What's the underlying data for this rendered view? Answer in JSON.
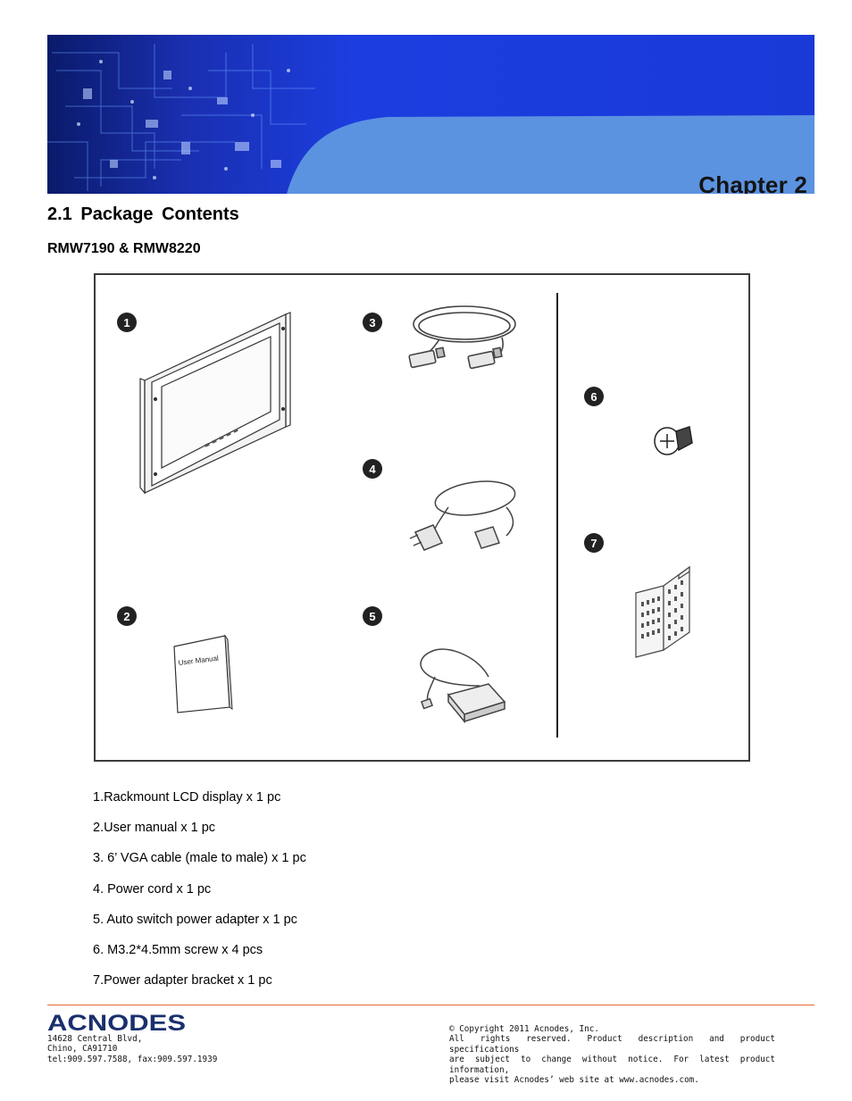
{
  "header": {
    "chapter_label": "Chapter 2"
  },
  "section": {
    "title": "2.1 Package Contents",
    "models": "RMW7190 & RMW8220"
  },
  "figure": {
    "badges": [
      "1",
      "2",
      "3",
      "4",
      "5",
      "6",
      "7"
    ],
    "manual_label": "User Manual"
  },
  "contents": [
    "1.Rackmount LCD display x 1 pc",
    "2.User manual x 1 pc",
    "3. 6’ VGA cable (male to male) x 1 pc",
    "4. Power cord x 1 pc",
    "5. Auto switch power adapter x 1 pc",
    "6. M3.2*4.5mm screw x 4 pcs",
    "7.Power adapter bracket x 1 pc"
  ],
  "footer": {
    "logo_text": "ACNODES",
    "address_lines": [
      "14628 Central Blvd,",
      "Chino, CA91710",
      "tel:909.597.7588, fax:909.597.1939"
    ],
    "copyright_lines": [
      "© Copyright 2011 Acnodes, Inc.",
      "All rights reserved. Product description and product specifications",
      "are subject to change without notice. For latest product information,",
      "please visit Acnodes’ web site at www.acnodes.com."
    ],
    "colors": {
      "rule": "#e46a2e",
      "logo": "#1b2f6e"
    }
  },
  "colors": {
    "banner_light": "#5b93e1",
    "banner_dark": "#1f3fd6"
  }
}
